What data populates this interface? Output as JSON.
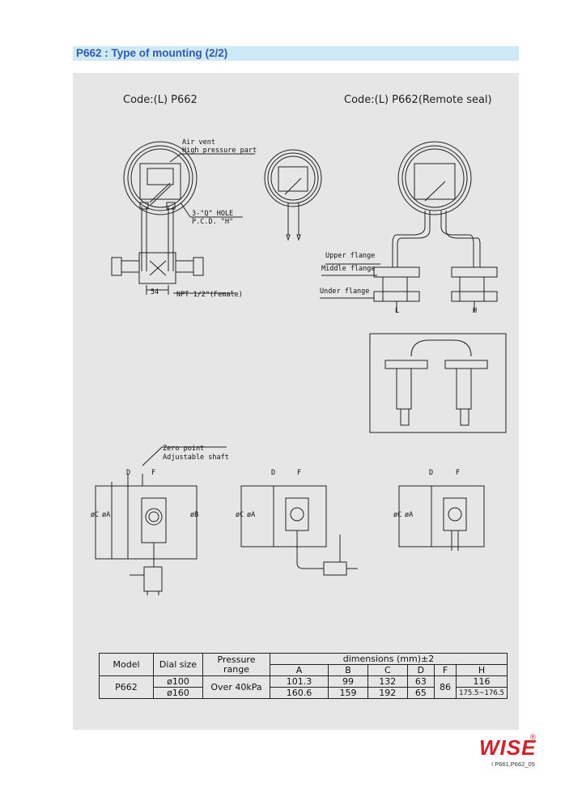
{
  "title": "P662 : Type of mounting (2/2)",
  "codes": {
    "left": "Code:(L)  P662",
    "right": "Code:(L)  P662(Remote seal)"
  },
  "labels": {
    "air_vent": "Air vent",
    "high_pressure": "High pressure part",
    "hole": "3-\"Q\" HOLE",
    "pcd": "P.C.D. \"H\"",
    "dim54": "54",
    "npt": "NPT 1/2\"(Female)",
    "upper_flange": "Upper flange",
    "middle_flange": "Middle flange",
    "under_flange": "Under flange",
    "L": "L",
    "H": "H",
    "zero_point": "Zero point",
    "adjustable_shaft": "Adjustable shaft",
    "D": "D",
    "F": "F",
    "phiC": "øC",
    "phiA": "øA",
    "phiB": "øB"
  },
  "table": {
    "h_model": "Model",
    "h_dial": "Dial size",
    "h_pressure": "Pressure range",
    "h_dims": "dimensions  (mm)±2",
    "cols": [
      "A",
      "B",
      "C",
      "D",
      "F",
      "H"
    ],
    "model": "P662",
    "pressure": "Over 40kPa",
    "row1": {
      "dial": "ø100",
      "A": "101.3",
      "B": "99",
      "C": "132",
      "D": "63",
      "H": "116"
    },
    "row2": {
      "dial": "ø160",
      "A": "160.6",
      "B": "159",
      "C": "192",
      "D": "65",
      "H": "175.5~176.5"
    },
    "F": "86"
  },
  "logo": "WISE",
  "logo_reg": "®",
  "page_ref": "I P661,P662_05"
}
